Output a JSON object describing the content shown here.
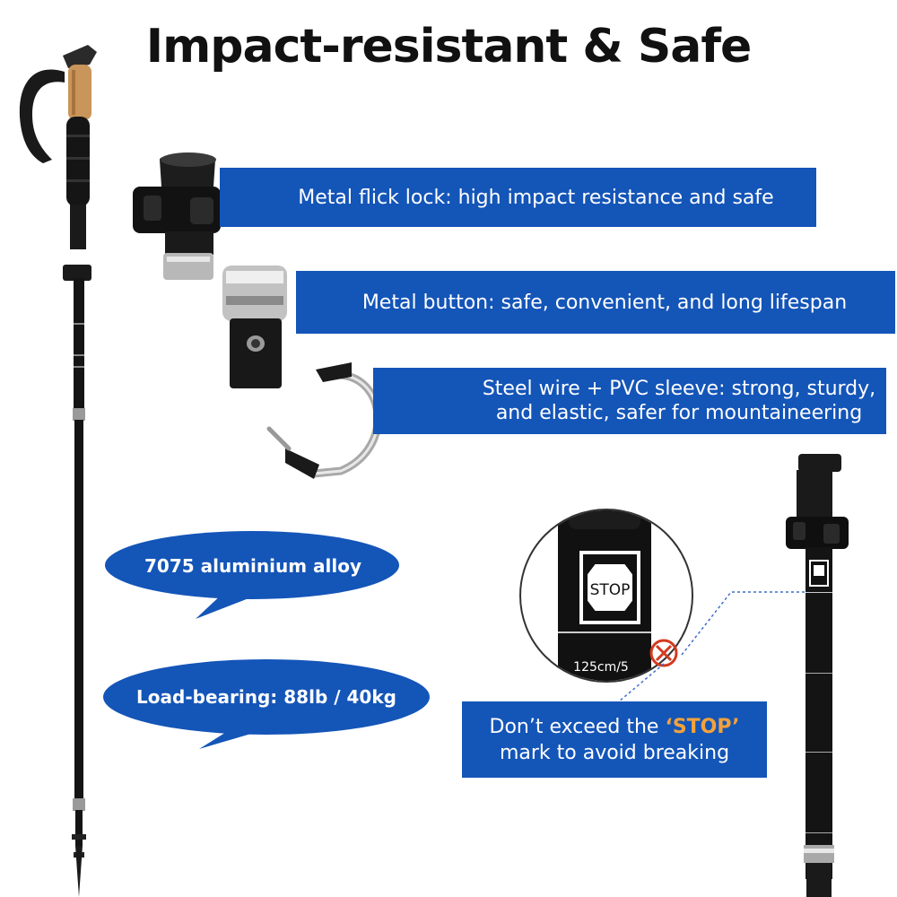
{
  "title": "Impact-resistant & Safe",
  "features": {
    "flick_lock": "Metal flick lock: high impact resistance and safe",
    "metal_button": "Metal button: safe, convenient, and long lifespan",
    "steel_wire_line1": "Steel wire + PVC sleeve: strong, sturdy,",
    "steel_wire_line2": "and elastic, safer for mountaineering"
  },
  "bubbles": {
    "alloy": "7075 aluminium alloy",
    "load": "Load-bearing: 88lb / 40kg"
  },
  "warning": {
    "line1_prefix": "Don’t exceed the ",
    "stop_word": "‘STOP’",
    "line2": "mark to avoid breaking"
  },
  "zoom_label": {
    "stop": "STOP",
    "height": "125cm/5"
  },
  "colors": {
    "banner_blue": "#1455b8",
    "accent_orange": "#f3a23b",
    "pole_black": "#141414"
  }
}
